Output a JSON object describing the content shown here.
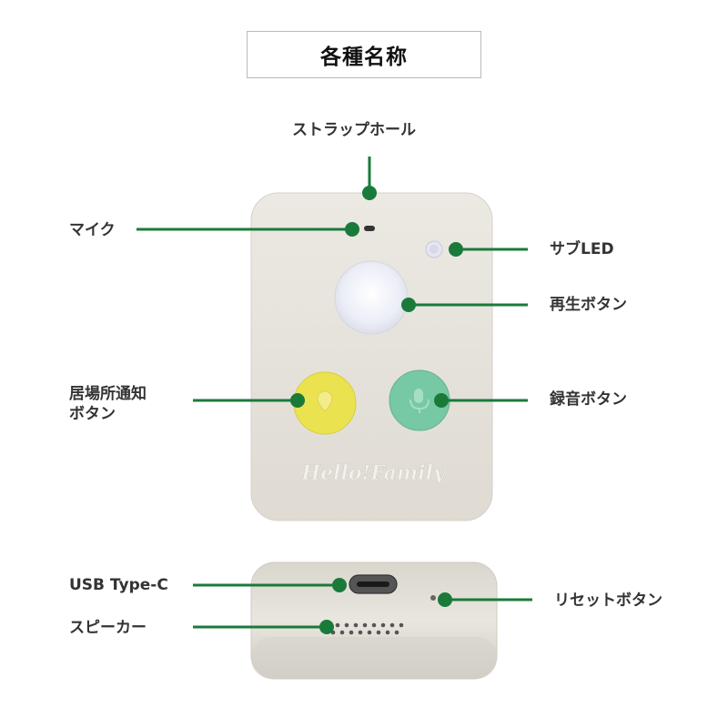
{
  "title": "各種名称",
  "labels": {
    "strap_hole": "ストラップホール",
    "mic": "マイク",
    "sub_led": "サブLED",
    "play_button": "再生ボタン",
    "location_button_line1": "居場所通知",
    "location_button_line2": "ボタン",
    "record_button": "録音ボタン",
    "usb": "USB Type-C",
    "speaker": "スピーカー",
    "reset_button": "リセットボタン"
  },
  "device": {
    "logo": "Hello!Family"
  },
  "colors": {
    "leader": "#1a7a3a",
    "device_body": "#e7e3dc",
    "yellow_button": "#ebe24f",
    "green_button": "#76c9a3",
    "play_button": "#eceef8"
  }
}
